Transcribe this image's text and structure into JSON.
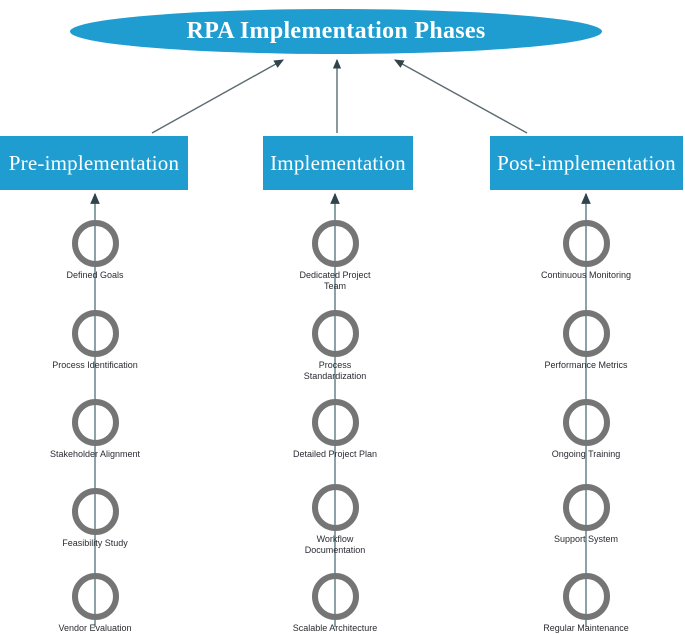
{
  "diagram": {
    "title": "RPA Implementation Phases",
    "colors": {
      "accent_blue": "#1f9dd0",
      "circle_gray": "#757575",
      "connector_gray": "#5b6b70",
      "label_text": "#2b2b33",
      "background": "#ffffff"
    },
    "columns": [
      {
        "phase_label": "Pre-implementation",
        "steps": [
          {
            "label": "Defined Goals"
          },
          {
            "label": "Process Identification"
          },
          {
            "label": "Stakeholder Alignment"
          },
          {
            "label": "Feasibility Study"
          },
          {
            "label": "Vendor Evaluation"
          }
        ]
      },
      {
        "phase_label": "Implementation",
        "steps": [
          {
            "label": "Dedicated Project\nTeam"
          },
          {
            "label": "Process\nStandardization"
          },
          {
            "label": "Detailed Project Plan"
          },
          {
            "label": "Workflow\nDocumentation"
          },
          {
            "label": "Scalable Architecture"
          }
        ]
      },
      {
        "phase_label": "Post-implementation",
        "steps": [
          {
            "label": "Continuous Monitoring"
          },
          {
            "label": "Performance Metrics"
          },
          {
            "label": "Ongoing Training"
          },
          {
            "label": "Support System"
          },
          {
            "label": "Regular Maintenance"
          }
        ]
      }
    ]
  }
}
